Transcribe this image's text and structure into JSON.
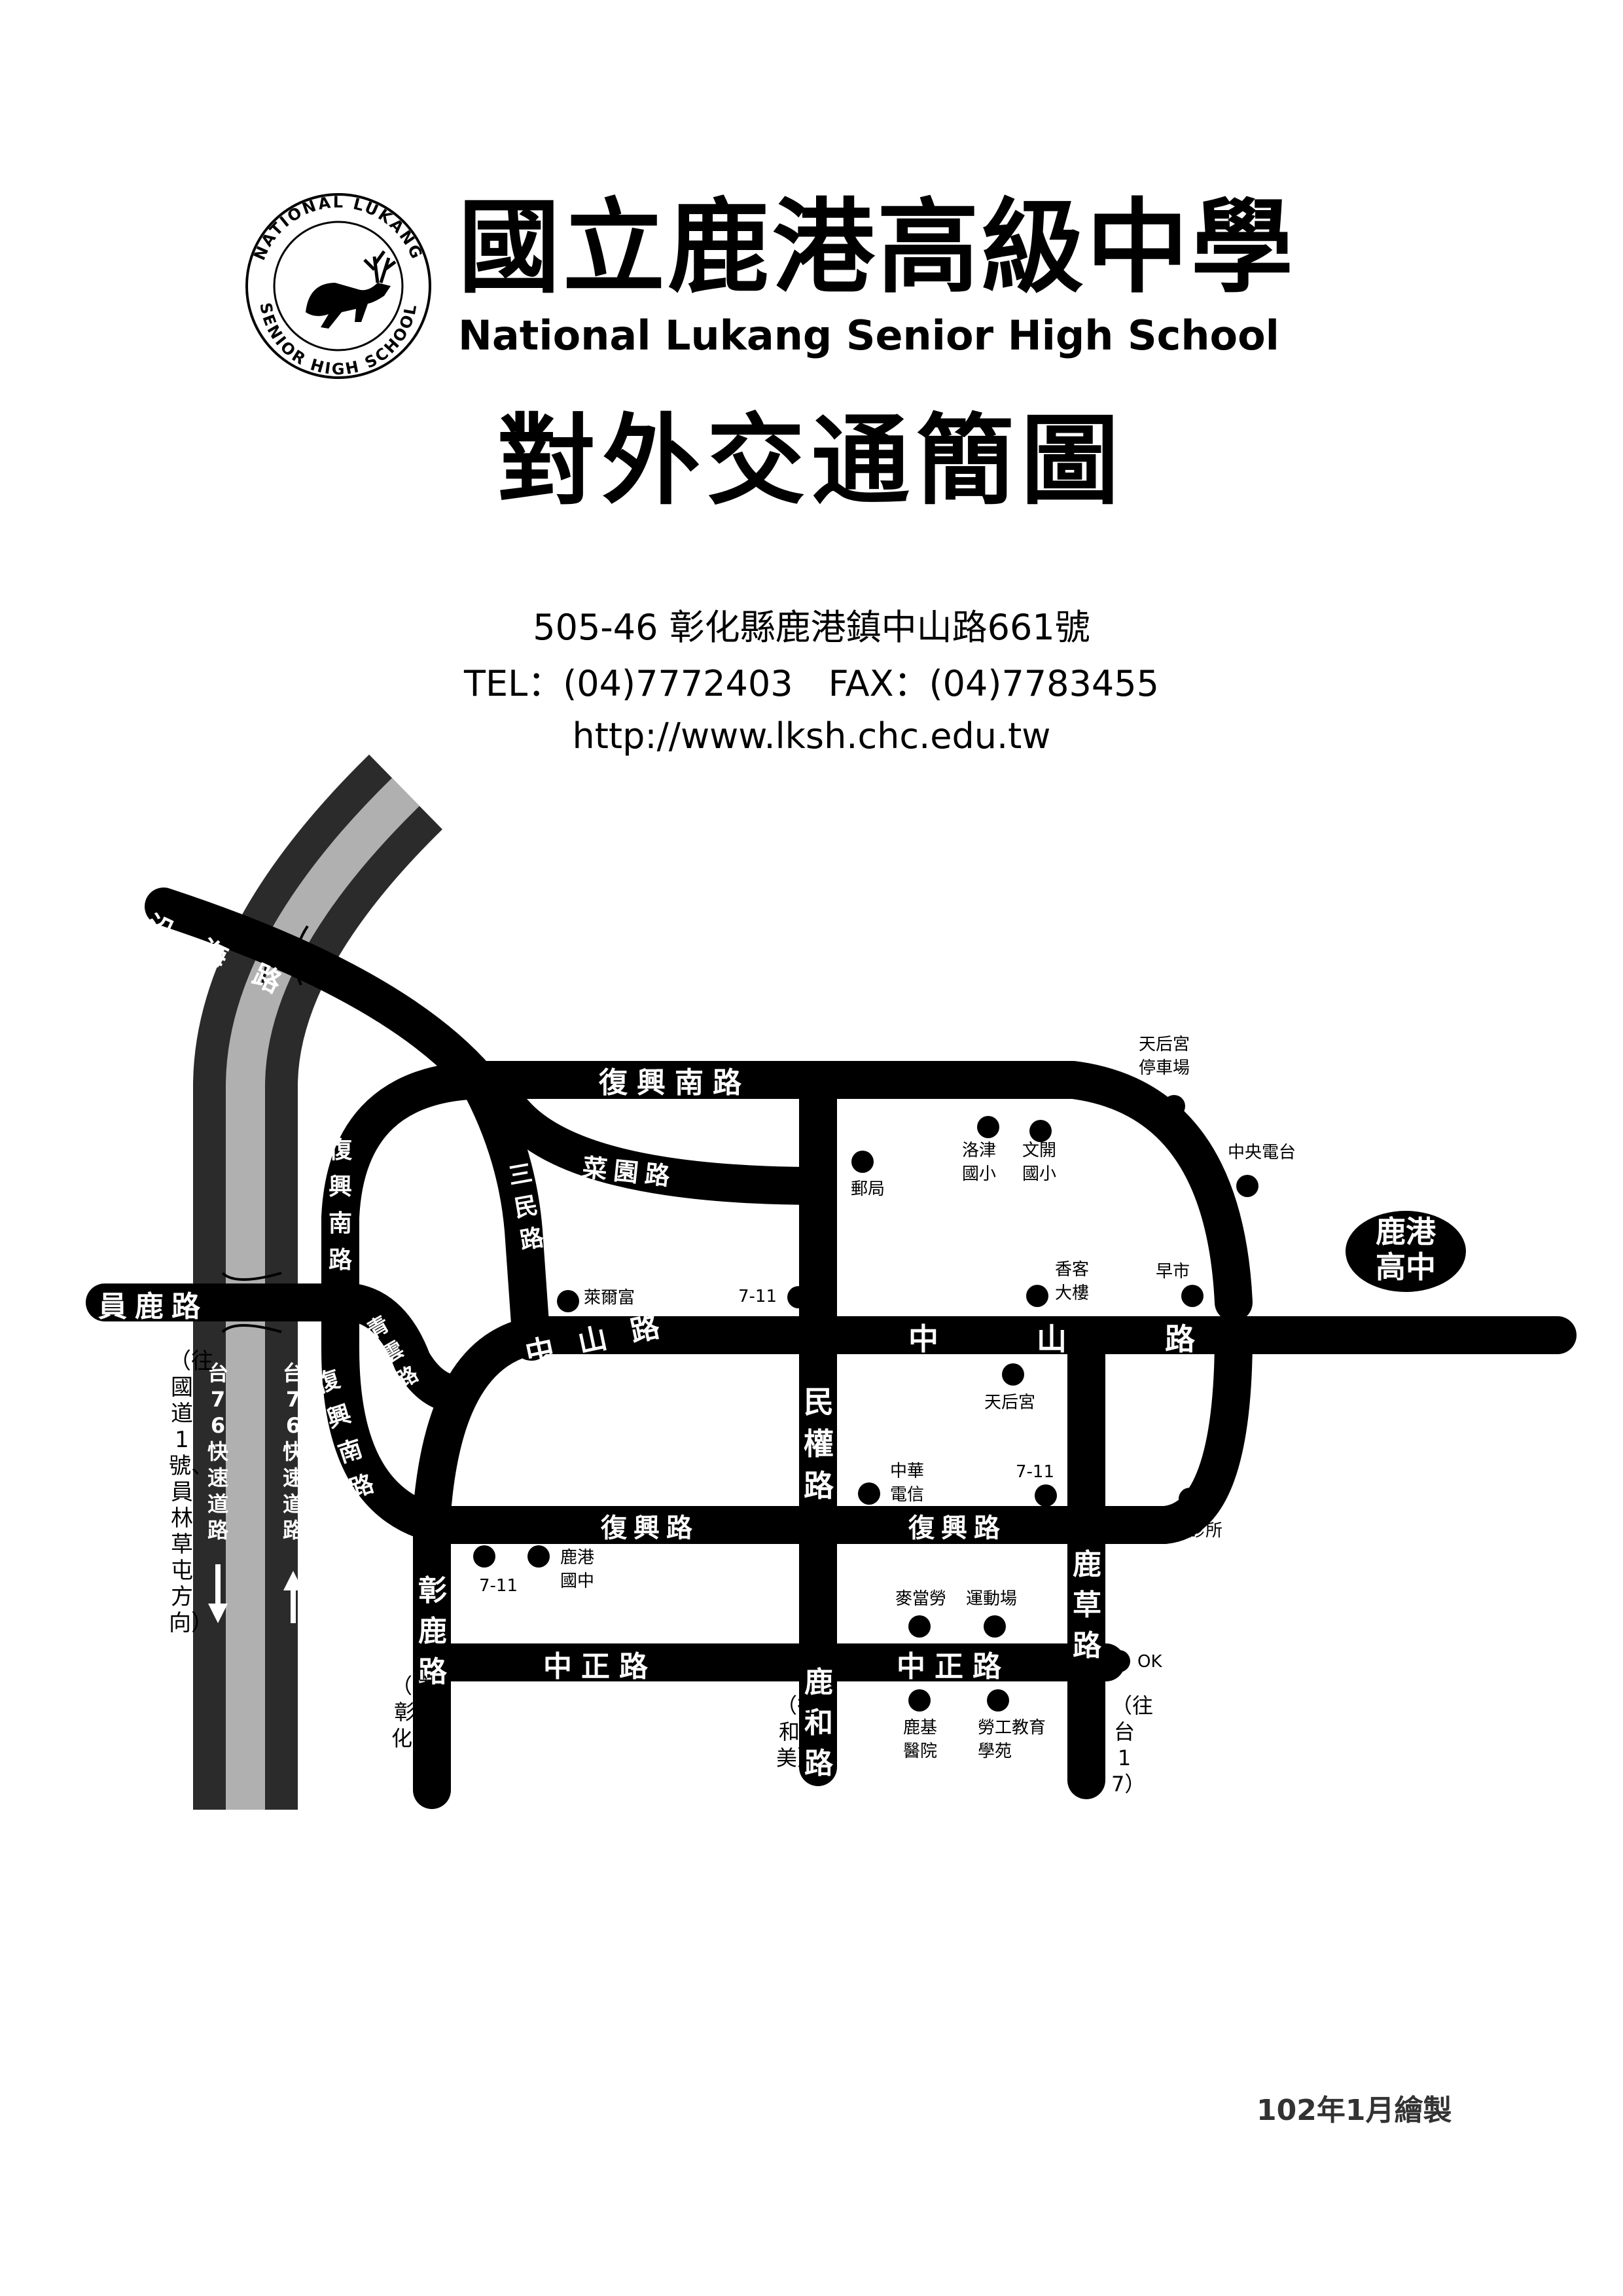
{
  "header": {
    "emblem": {
      "ring_text_top": "NATIONAL LUKANG",
      "ring_text_bottom": "SENIOR HIGH SCHOOL"
    },
    "school_name_zh": "國立鹿港高級中學",
    "school_name_en": "National Lukang Senior High School",
    "map_title": "對外交通簡圖"
  },
  "contact": {
    "address": "505-46 彰化縣鹿港鎮中山路661號",
    "phone_fax": "TEL：(04)7772403　FAX：(04)7783455",
    "website": "http://www.lksh.chc.edu.tw"
  },
  "map": {
    "roads": {
      "yanhai": "沿海路",
      "fuxing_south_top": "復興南路",
      "fuxing_south_left_upper": "復興南路",
      "fuxing_south_left_lower": "復興南路",
      "caiyuan": "菜園路",
      "sanmin": "三民路",
      "yuanlu": "員鹿路",
      "qingyun": "青雲路",
      "zhongshan_left": "中山路",
      "zhongshan_right": "中山路",
      "minquan": "民權路",
      "fuxing_left": "復興路",
      "fuxing_right": "復興路",
      "zhanglu": "彰鹿路",
      "zhongzheng_left": "中正路",
      "zhongzheng_right": "中正路",
      "luhe": "鹿和路",
      "lucao": "鹿草路",
      "expressway_south": "台76快速道路",
      "expressway_north": "台76快速道路"
    },
    "directions": {
      "south_expressway": "（往國道1號、員林 草屯方向）",
      "zhanghua": "（往彰化）",
      "hemei": "（往和美）",
      "tai17": "（往台17）"
    },
    "landmarks": {
      "school": "鹿港高中",
      "tianhou_parking": "天后宮停車場",
      "central_radio": "中央電台",
      "luojin_school": "洛津國小",
      "wenkai_school": "文開國小",
      "post_office": "郵局",
      "hilife": "萊爾富",
      "seven_1": "7-11",
      "xiangke": "香客大樓",
      "morning_market": "早市",
      "tianhou_temple": "天后宮",
      "cht": "中華電信",
      "seven_2": "7-11",
      "fengan": "豐安診所",
      "seven_3": "7-11",
      "lukang_junior": "鹿港國中",
      "mcdonalds": "麥當勞",
      "stadium": "運動場",
      "ok": "OK",
      "lukee_hospital": "鹿基醫院",
      "labor_park": "勞工教育學苑"
    }
  },
  "footer": {
    "credit": "102年1月繪製"
  }
}
